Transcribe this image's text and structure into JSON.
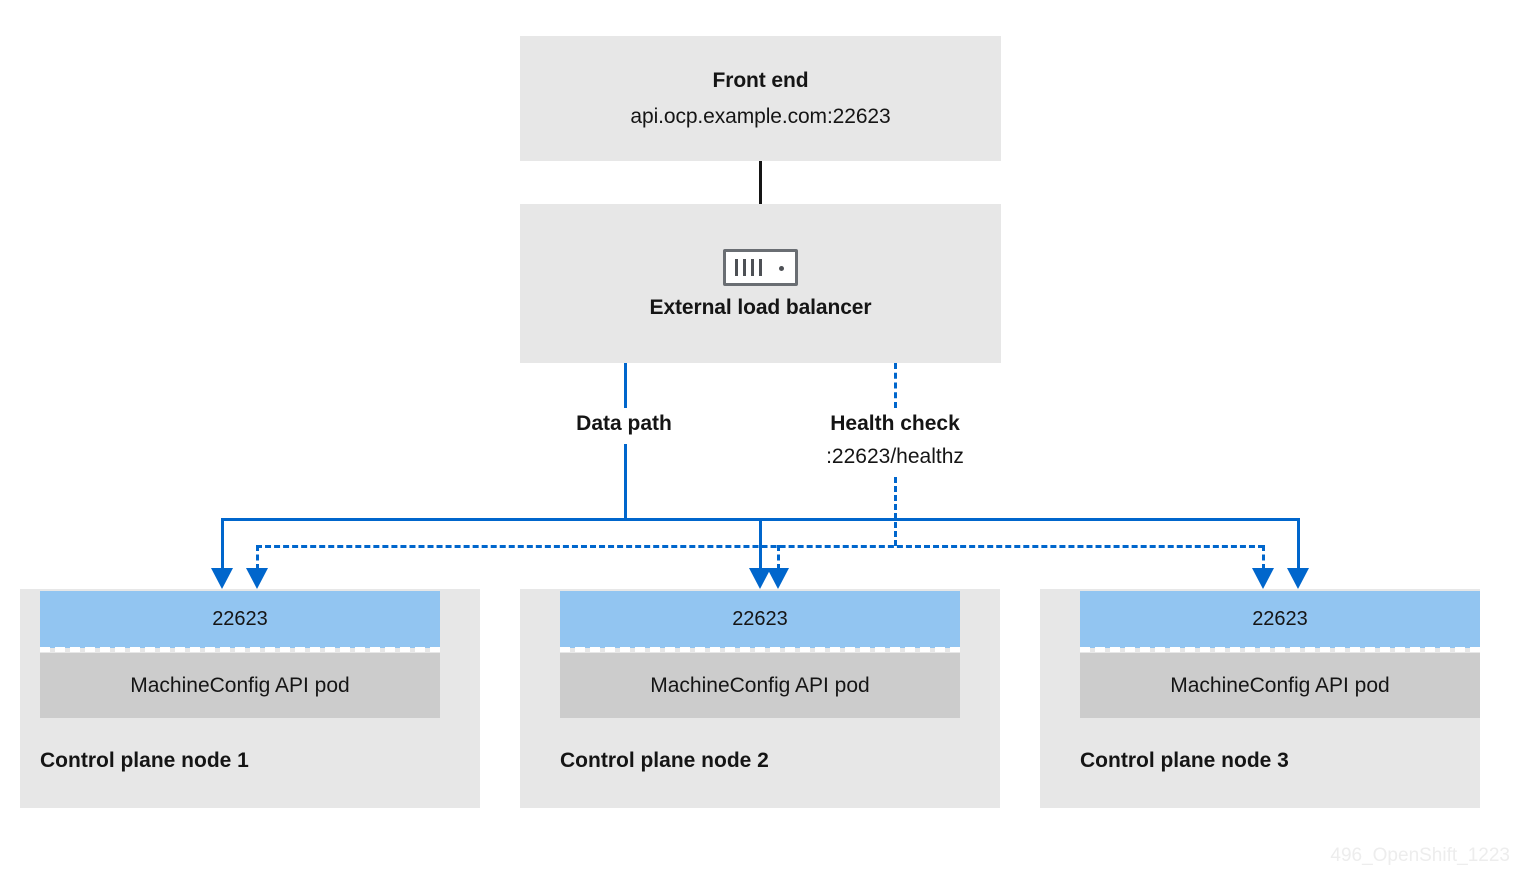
{
  "diagram": {
    "frontend": {
      "title": "Front end",
      "subtitle": "api.ocp.example.com:22623"
    },
    "load_balancer": {
      "title": "External load balancer",
      "icon": "load-balancer-icon"
    },
    "paths": {
      "data_path": {
        "label": "Data path",
        "style": "solid"
      },
      "health_check": {
        "label": "Health check",
        "detail": ":22623/healthz",
        "style": "dashed"
      }
    },
    "nodes": [
      {
        "port": "22623",
        "pod": "MachineConfig API pod",
        "name": "Control plane node 1"
      },
      {
        "port": "22623",
        "pod": "MachineConfig API pod",
        "name": "Control plane node 2"
      },
      {
        "port": "22623",
        "pod": "MachineConfig API pod",
        "name": "Control plane node 3"
      }
    ],
    "watermark": "496_OpenShift_1223",
    "colors": {
      "accent_blue": "#0066cc",
      "port_band": "#92c5f1",
      "pod_band": "#cccccc",
      "box_gray": "#e7e7e7",
      "text": "#151515"
    }
  }
}
